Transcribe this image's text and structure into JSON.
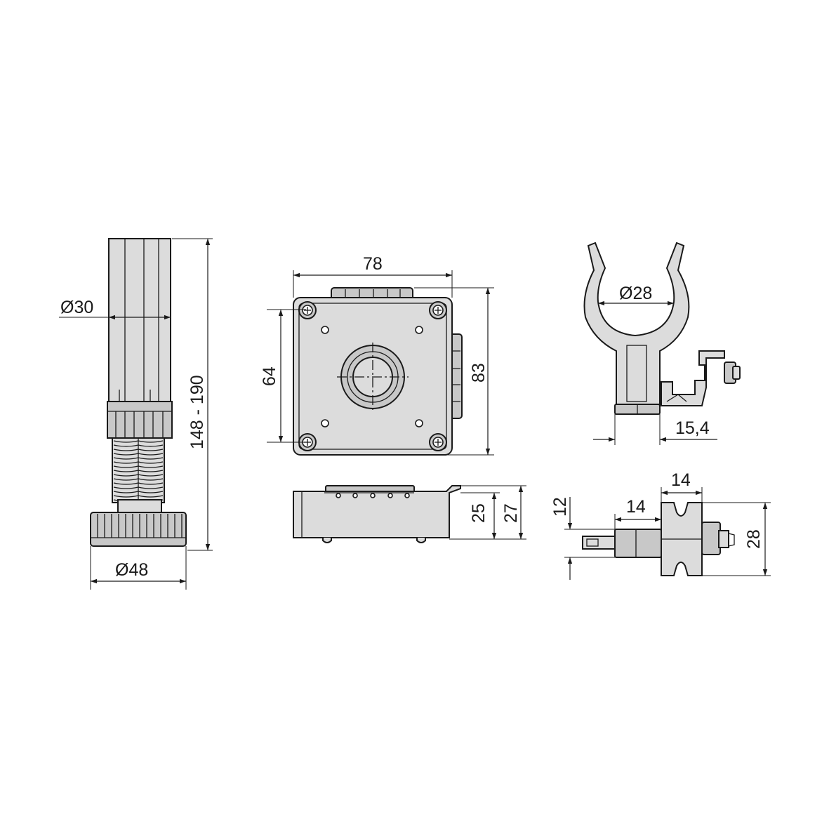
{
  "colors": {
    "part_fill": "#dcdcdc",
    "line": "#1a1a1a",
    "background": "#ffffff"
  },
  "leg": {
    "diameter_top": "Ø30",
    "height_range": "148 - 190",
    "diameter_base": "Ø48"
  },
  "plate": {
    "width": "78",
    "hole_spacing": "64",
    "depth": "83",
    "height_inner": "25",
    "height_outer": "27"
  },
  "clip": {
    "diameter": "Ø28",
    "offset": "15,4"
  },
  "connector": {
    "head_width": "14",
    "body_width": "14",
    "height_small": "12",
    "height_large": "28"
  }
}
